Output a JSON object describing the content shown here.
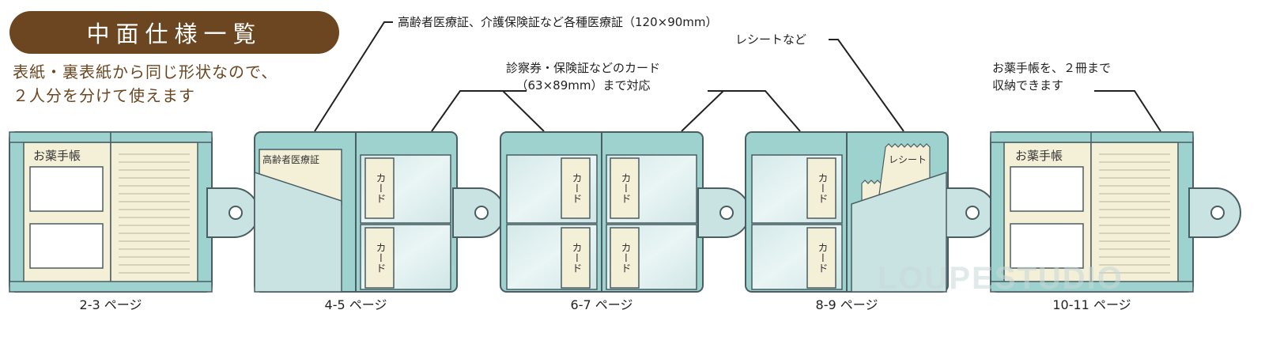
{
  "header": {
    "title": "中面仕様一覧",
    "description_line1": "表紙・裏表紙から同じ形状なので、",
    "description_line2": "２人分を分けて使えます"
  },
  "callouts": {
    "medical_cards": "高齢者医療証、介護保険証など各種医療証（120×90mm）",
    "receipts": "レシートなど",
    "cards_line1": "診察券・保険証などのカード",
    "cards_line2": "（63×89mm）まで対応",
    "booklets_line1": "お薬手帳を、２冊まで",
    "booklets_line2": "収納できます"
  },
  "item_labels": {
    "notebook": "お薬手帳",
    "medical_cert": "高齢者医療証",
    "card": "カード",
    "receipt": "レシート"
  },
  "pages": [
    {
      "label": "2-3 ページ"
    },
    {
      "label": "4-5 ページ"
    },
    {
      "label": "6-7 ページ"
    },
    {
      "label": "8-9 ページ"
    },
    {
      "label": "10-11 ページ"
    }
  ],
  "watermark": "LOUPESTUDIO",
  "colors": {
    "header_bg": "#6b4620",
    "header_text": "#ffffff",
    "intro_text": "#6b4620",
    "case_teal": "#9ed2cf",
    "pocket_teal": "#c9e3e3",
    "sleeve": "#e3f1f1",
    "paper": "#f4efd7",
    "outline": "#4a5d62"
  }
}
